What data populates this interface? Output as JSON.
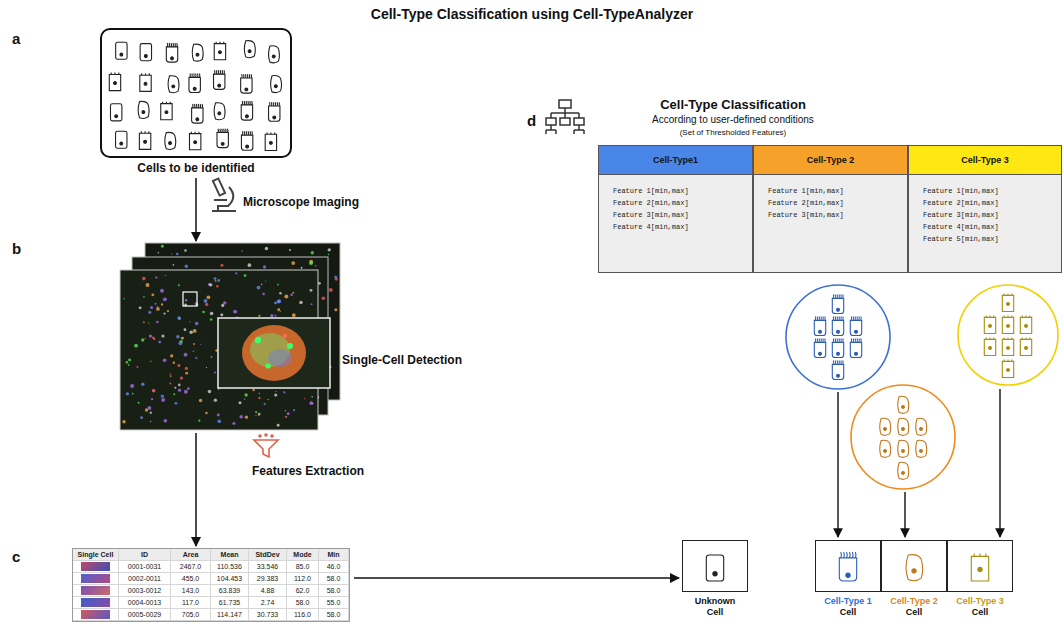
{
  "diagram": {
    "title": "Cell-Type Classification using Cell-TypeAnalyzer",
    "nodes": [
      {
        "text": [
          "Cells to be identified"
        ]
      },
      {
        "text": [
          "Single-Cell Detection"
        ]
      },
      {
        "text": [
          "Single Cell",
          "ID",
          "Area",
          "Mean",
          "StdDev",
          "Mode",
          "Min",
          "0001-0031",
          "2467.0",
          "110.536",
          "33.546",
          "85.0",
          "46.0",
          "0002-0011",
          "455.0",
          "104.453",
          "29.383",
          "112.0",
          "58.0",
          "0003-0012",
          "143.0",
          "63.839",
          "4.88",
          "62.0",
          "58.0",
          "0004-0013",
          "117.0",
          "61.735",
          "2.74",
          "58.0",
          "55.0",
          "0005-0029",
          "705.0",
          "114.147",
          "30.733",
          "116.0",
          "58.0"
        ]
      },
      {
        "text": [
          "Cell-Type1",
          "Feature 1[min,max]",
          "Feature 2[min,max]",
          "Feature 3[min,max]",
          "Feature 4[min,max]"
        ]
      },
      {
        "text": [
          "Cell-Type 2",
          "Feature 1[min,max]",
          "Feature 2[min,max]",
          "Feature 3[min,max]"
        ]
      },
      {
        "text": [
          "Cell-Type 3",
          "Feature 1[min,max]",
          "Feature 2[min,max]",
          "Feature 3[min,max]",
          "Feature 4[min,max]",
          "Feature 5[min,max]"
        ]
      },
      {
        "text": [
          "Unknown",
          "Cell"
        ]
      },
      {
        "text": [
          "Cell-Type 1",
          "Cell"
        ]
      },
      {
        "text": [
          "Cell-Type 2",
          "Cell"
        ]
      },
      {
        "text": [
          "Cell-Type 3",
          "Cell"
        ]
      }
    ],
    "edges": [
      {
        "from": 0,
        "to": 1,
        "arrow": "to",
        "label": "Microscope Imaging"
      },
      {
        "from": 1,
        "to": 2,
        "arrow": "to",
        "label": "Features Extraction"
      },
      {
        "from": 2,
        "to": 6,
        "arrow": "to"
      }
    ],
    "labels": [
      "a",
      "b",
      "c",
      "d",
      "Cell-Type Classification",
      "According to user-defined conditions",
      "(Set of Thresholded Features)"
    ]
  }
}
